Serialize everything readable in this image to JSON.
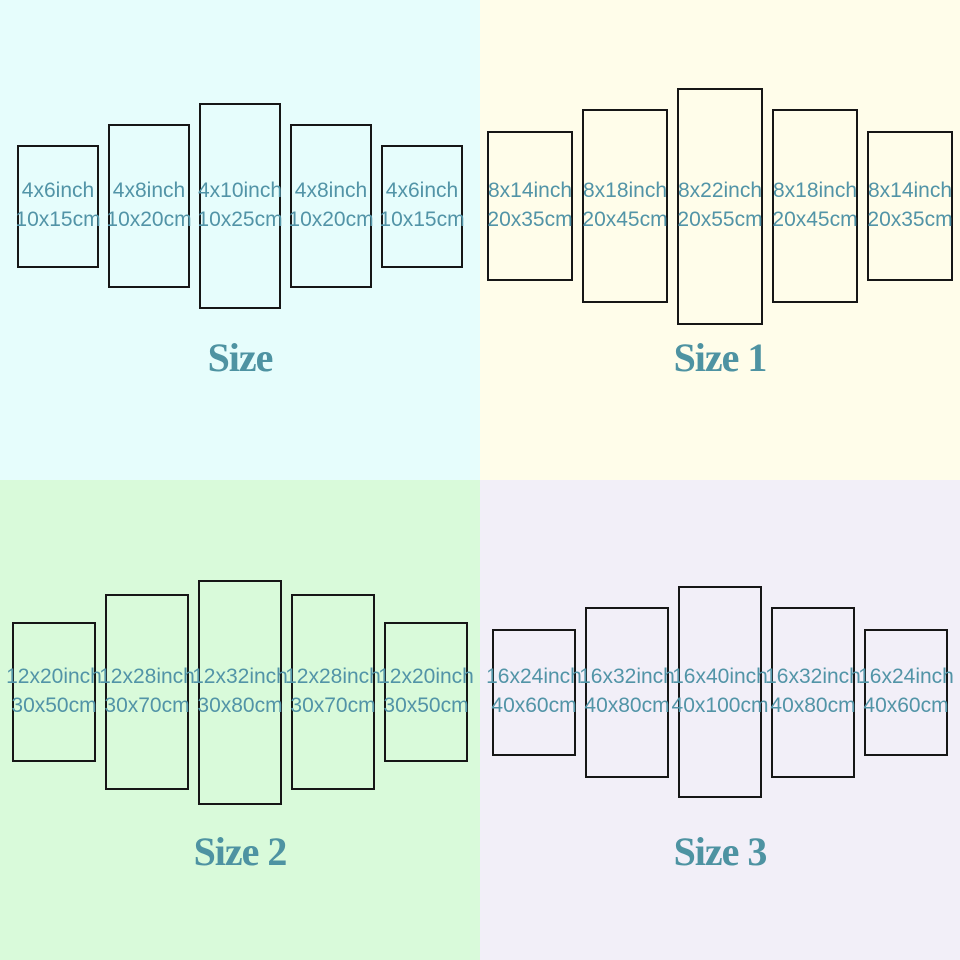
{
  "colors": {
    "q1_bg": "#e6fdfc",
    "q2_bg": "#fffdea",
    "q3_bg": "#d9fada",
    "q4_bg": "#f2eff8",
    "panel_border": "#161616",
    "label_text": "#5294a7",
    "title_text": "#4e93a2"
  },
  "quadrants": [
    {
      "title": "Size",
      "panels": [
        {
          "line1": "4x6inch",
          "line2": "10x15cm"
        },
        {
          "line1": "4x8inch",
          "line2": "10x20cm"
        },
        {
          "line1": "4x10inch",
          "line2": "10x25cm"
        },
        {
          "line1": "4x8inch",
          "line2": "10x20cm"
        },
        {
          "line1": "4x6inch",
          "line2": "10x15cm"
        }
      ]
    },
    {
      "title": "Size 1",
      "panels": [
        {
          "line1": "8x14inch",
          "line2": "20x35cm"
        },
        {
          "line1": "8x18inch",
          "line2": "20x45cm"
        },
        {
          "line1": "8x22inch",
          "line2": "20x55cm"
        },
        {
          "line1": "8x18inch",
          "line2": "20x45cm"
        },
        {
          "line1": "8x14inch",
          "line2": "20x35cm"
        }
      ]
    },
    {
      "title": "Size 2",
      "panels": [
        {
          "line1": "12x20inch",
          "line2": "30x50cm"
        },
        {
          "line1": "12x28inch",
          "line2": "30x70cm"
        },
        {
          "line1": "12x32inch",
          "line2": "30x80cm"
        },
        {
          "line1": "12x28inch",
          "line2": "30x70cm"
        },
        {
          "line1": "12x20inch",
          "line2": "30x50cm"
        }
      ]
    },
    {
      "title": "Size 3",
      "panels": [
        {
          "line1": "16x24inch",
          "line2": "40x60cm"
        },
        {
          "line1": "16x32inch",
          "line2": "40x80cm"
        },
        {
          "line1": "16x40inch",
          "line2": "40x100cm"
        },
        {
          "line1": "16x32inch",
          "line2": "40x80cm"
        },
        {
          "line1": "16x24inch",
          "line2": "40x60cm"
        }
      ]
    }
  ]
}
